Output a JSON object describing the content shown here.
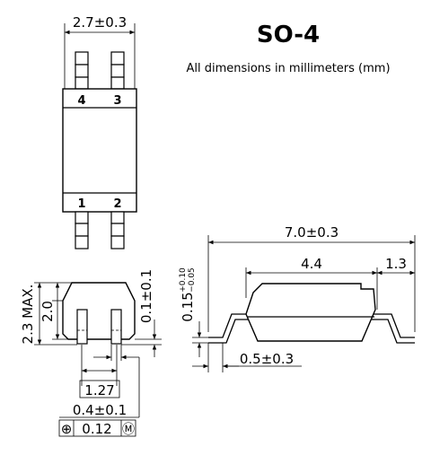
{
  "title": "SO-4",
  "subtitle": "All dimensions in millimeters (mm)",
  "top_view": {
    "width_dim": "2.7±0.3",
    "pins_top": [
      "4",
      "3"
    ],
    "pins_bottom": [
      "1",
      "2"
    ]
  },
  "end_view": {
    "height_max": "2.3 MAX.",
    "body_height": "2.0",
    "standoff": "0.1±0.1",
    "pitch": "1.27",
    "lead_width": "0.4±0.1",
    "tolerance_frame": [
      "⊕",
      "0.12",
      "Ⓜ"
    ]
  },
  "side_view": {
    "overall_length": "7.0±0.3",
    "body_length": "4.4",
    "lead_span": "1.3",
    "lead_thickness_base": "0.15",
    "lead_thickness_plus": "+0.10",
    "lead_thickness_minus": "−0.05",
    "foot_length": "0.5±0.3"
  }
}
